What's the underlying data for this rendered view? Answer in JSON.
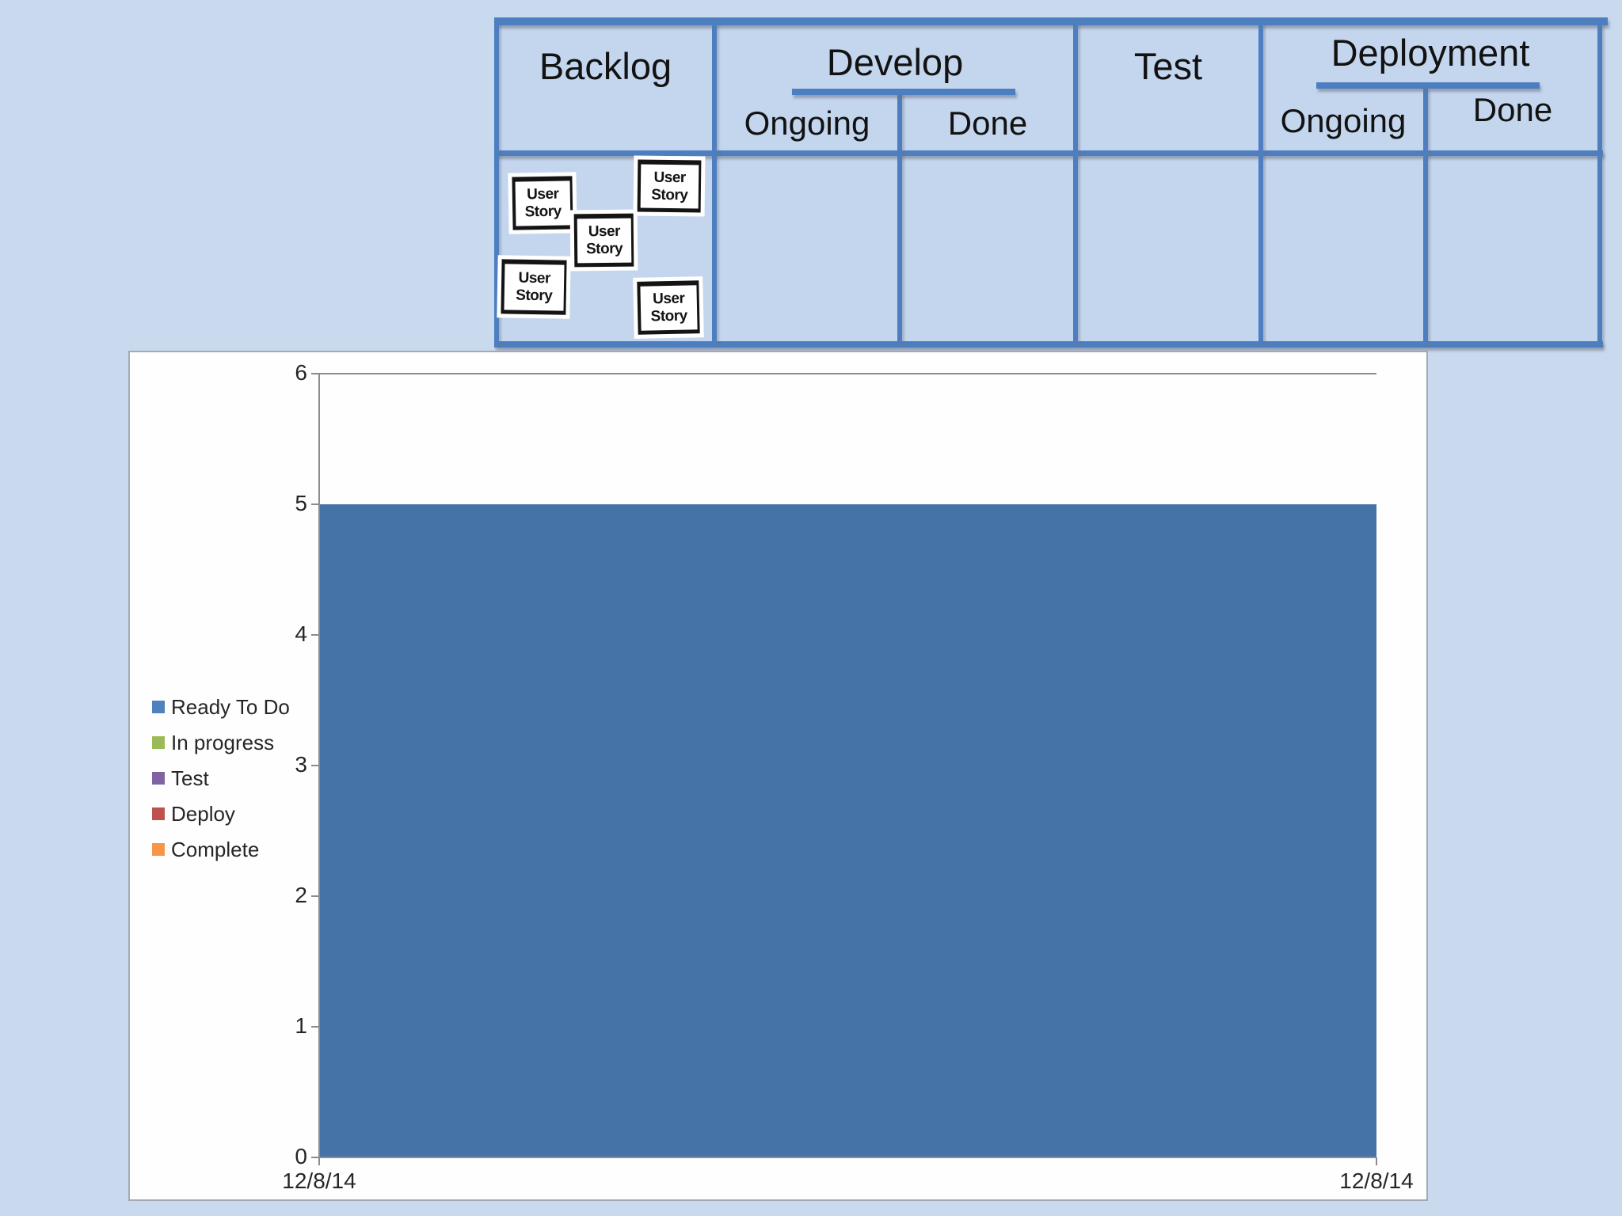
{
  "board": {
    "accent_color": "#4d7ebf",
    "columns": [
      {
        "label": "Backlog"
      },
      {
        "label": "Develop",
        "sub": [
          {
            "label": "Ongoing"
          },
          {
            "label": "Done"
          }
        ]
      },
      {
        "label": "Test"
      },
      {
        "label": "Deployment",
        "sub": [
          {
            "label": "Ongoing"
          },
          {
            "label": "Done"
          }
        ]
      }
    ],
    "cards": [
      {
        "label": "User Story"
      },
      {
        "label": "User Story"
      },
      {
        "label": "User Story"
      },
      {
        "label": "User Story"
      },
      {
        "label": "User Story"
      }
    ]
  },
  "chart_data": {
    "type": "area",
    "title": "",
    "x": [
      "12/8/14",
      "12/8/14"
    ],
    "series": [
      {
        "name": "Ready To Do",
        "color": "#4F81BD",
        "values": [
          5,
          5
        ]
      },
      {
        "name": "In progress",
        "color": "#9BBB59",
        "values": [
          0,
          0
        ]
      },
      {
        "name": "Test",
        "color": "#8064A2",
        "values": [
          0,
          0
        ]
      },
      {
        "name": "Deploy",
        "color": "#C0504D",
        "values": [
          0,
          0
        ]
      },
      {
        "name": "Complete",
        "color": "#F79646",
        "values": [
          0,
          0
        ]
      }
    ],
    "area_fill_color": "#4573a7",
    "ylim": [
      0,
      6
    ],
    "yticks": [
      0,
      1,
      2,
      3,
      4,
      5,
      6
    ],
    "xlabel": "",
    "ylabel": "",
    "legend_position": "left",
    "gridlines": "top only"
  }
}
